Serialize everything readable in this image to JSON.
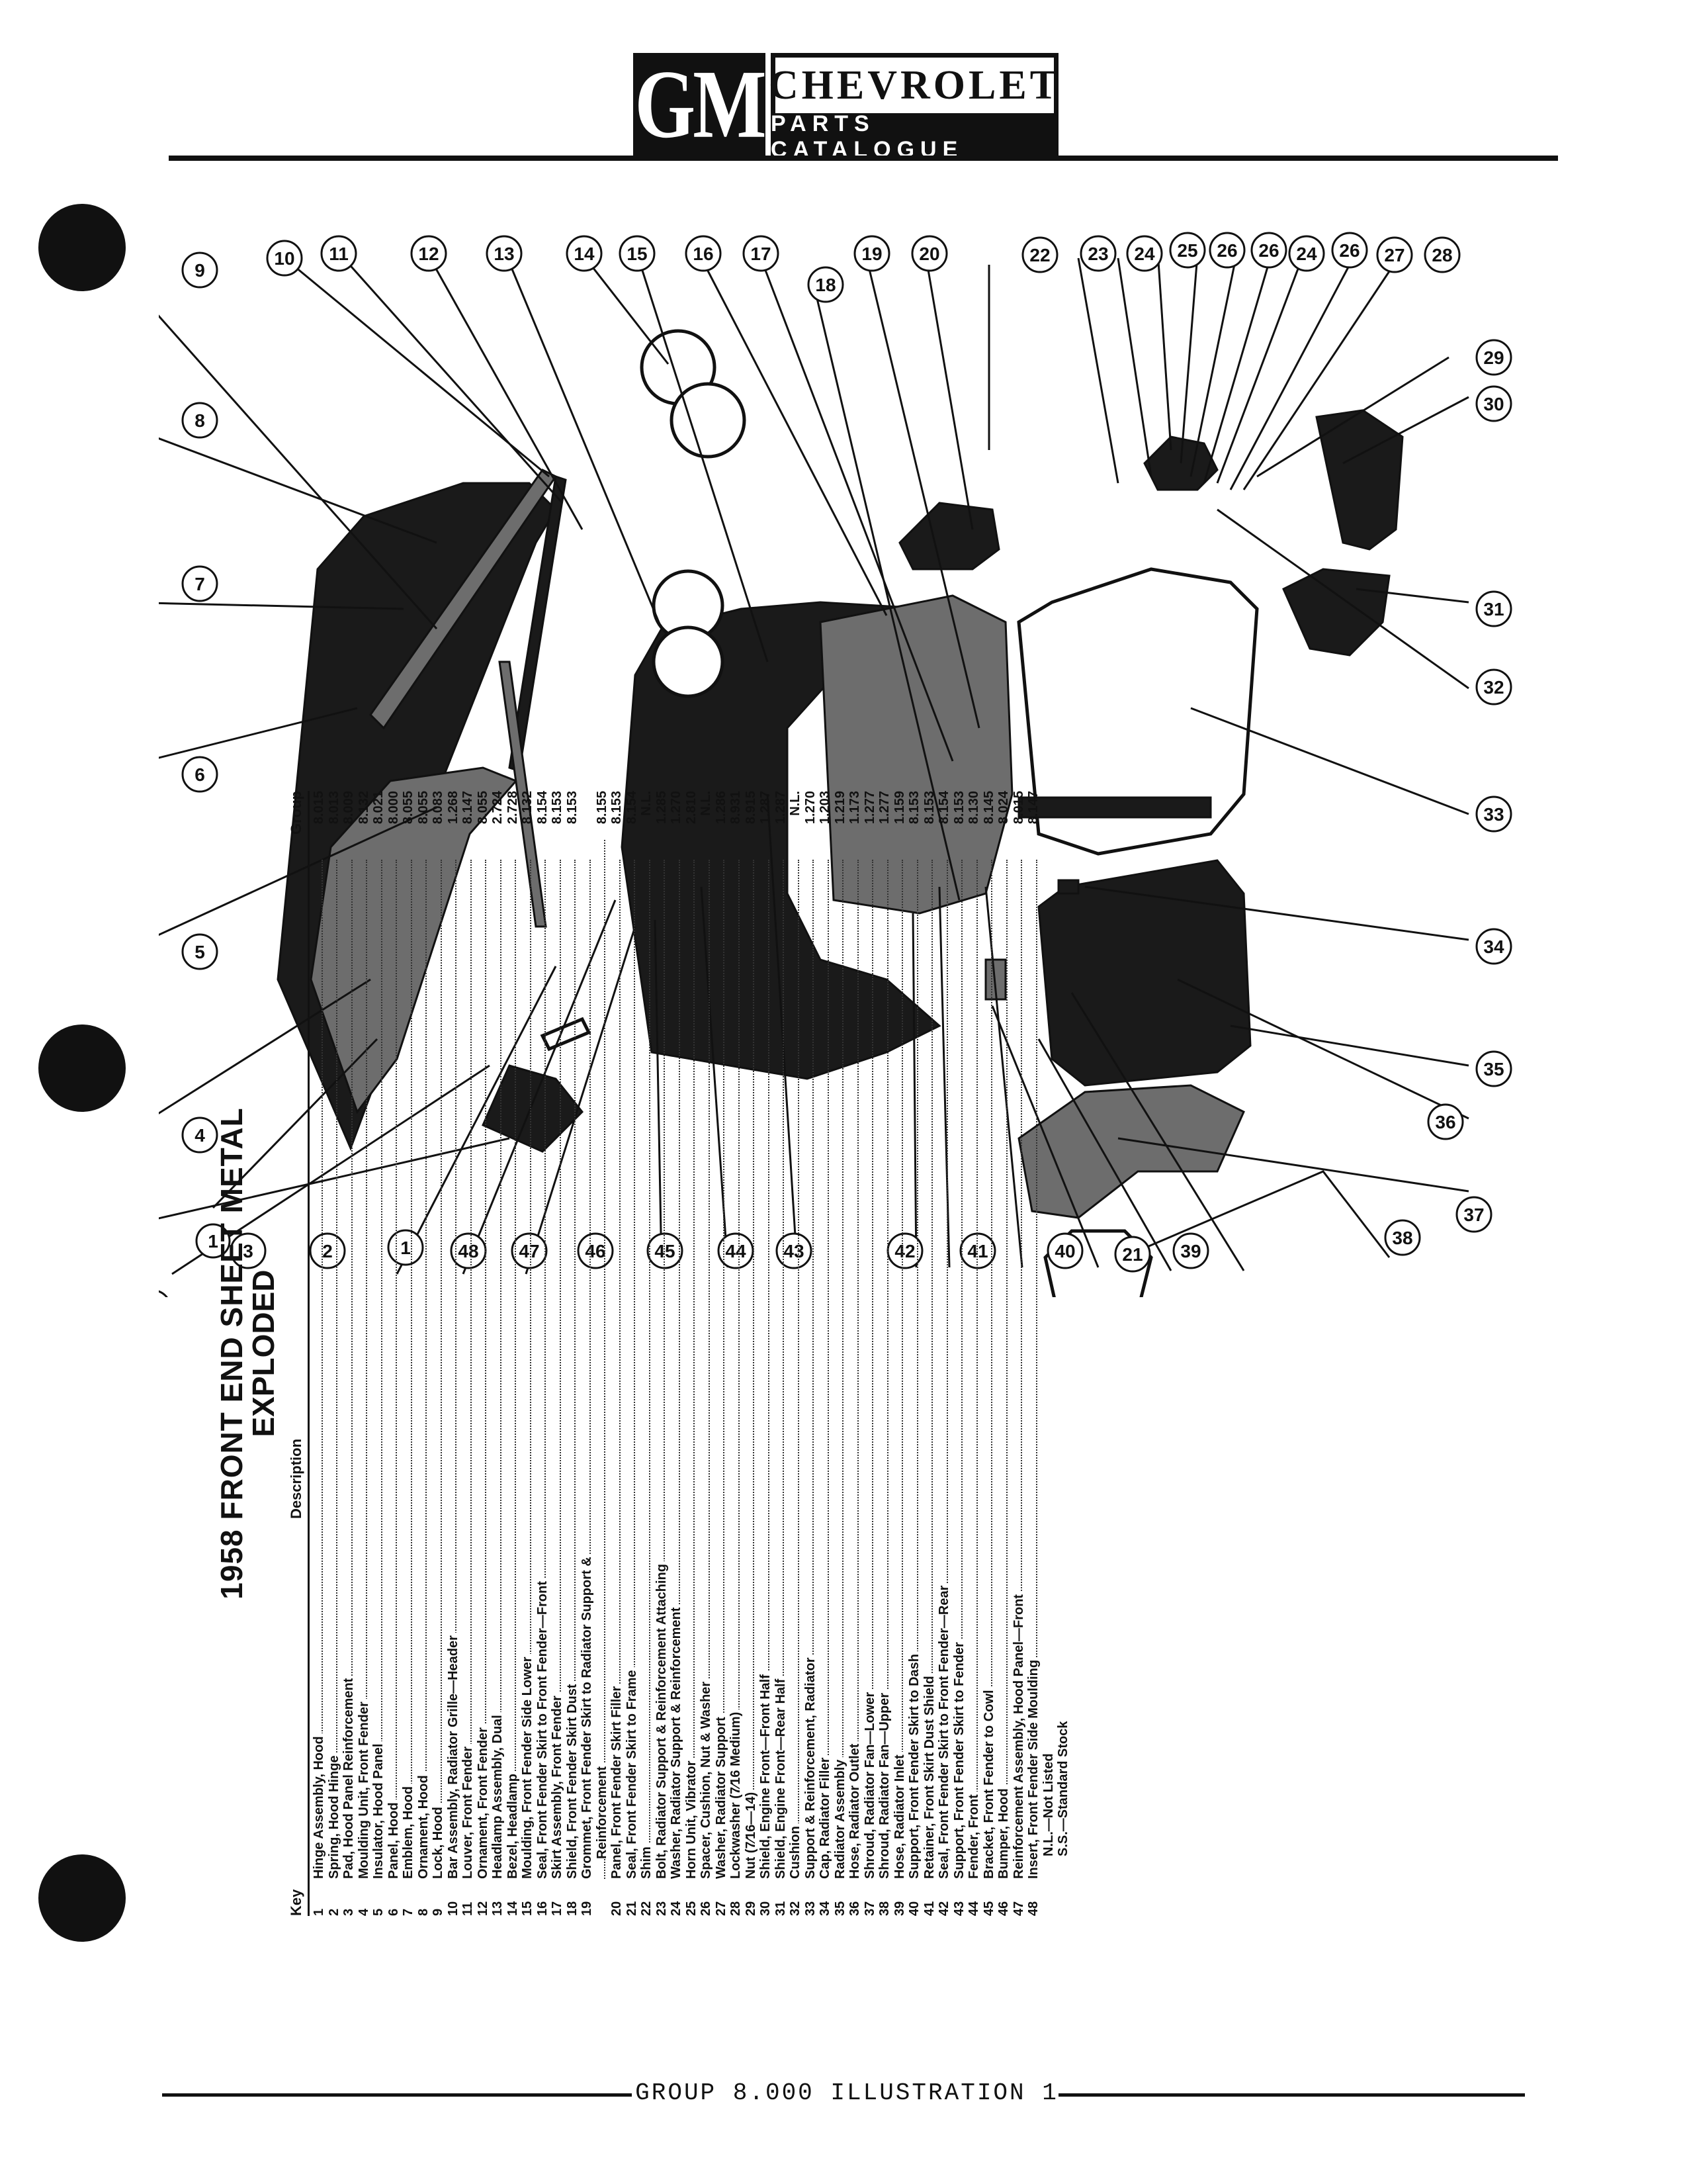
{
  "header": {
    "logo": "GM",
    "brand": "CHEVROLET",
    "catalogue": "PARTS CATALOGUE"
  },
  "table": {
    "title": "1958 FRONT END SHEET METAL",
    "subtitle": "EXPLODED",
    "columns": {
      "key": "Key",
      "description": "Description",
      "group": "Group"
    },
    "rows": [
      {
        "key": "1",
        "description": "Hinge Assembly, Hood",
        "group": "8.015"
      },
      {
        "key": "2",
        "description": "Spring, Hood Hinge",
        "group": "8.013"
      },
      {
        "key": "3",
        "description": "Pad, Hood Panel Reinforcement",
        "group": "8.009"
      },
      {
        "key": "4",
        "description": "Moulding Unit, Front Fender",
        "group": "8.132"
      },
      {
        "key": "5",
        "description": "Insulator, Hood Panel",
        "group": "8.021"
      },
      {
        "key": "6",
        "description": "Panel, Hood",
        "group": "8.000"
      },
      {
        "key": "7",
        "description": "Emblem, Hood",
        "group": "8.055"
      },
      {
        "key": "8",
        "description": "Ornament, Hood",
        "group": "8.055"
      },
      {
        "key": "9",
        "description": "Lock, Hood",
        "group": "8.083"
      },
      {
        "key": "10",
        "description": "Bar Assembly, Radiator Grille—Header",
        "group": "1.268"
      },
      {
        "key": "11",
        "description": "Louver, Front Fender",
        "group": "8.147"
      },
      {
        "key": "12",
        "description": "Ornament, Front Fender",
        "group": "8.055"
      },
      {
        "key": "13",
        "description": "Headlamp Assembly, Dual",
        "group": "2.724"
      },
      {
        "key": "14",
        "description": "Bezel, Headlamp",
        "group": "2.728"
      },
      {
        "key": "15",
        "description": "Moulding, Front Fender Side Lower",
        "group": "8.132"
      },
      {
        "key": "16",
        "description": "Seal, Front Fender Skirt to Front Fender—Front",
        "group": "8.154"
      },
      {
        "key": "17",
        "description": "Skirt Assembly, Front Fender",
        "group": "8.153"
      },
      {
        "key": "18",
        "description": "Shield, Front Fender Skirt Dust",
        "group": "8.153"
      },
      {
        "key": "19",
        "description": "Grommet, Front Fender Skirt to Radiator Support &",
        "group": ""
      },
      {
        "key": "",
        "description": "Reinforcement",
        "group": "8.155",
        "cont": true
      },
      {
        "key": "20",
        "description": "Panel, Front Fender Skirt Filler",
        "group": "8.153"
      },
      {
        "key": "21",
        "description": "Seal, Front Fender Skirt to Frame",
        "group": "8.154"
      },
      {
        "key": "22",
        "description": "Shim",
        "group": "N.L."
      },
      {
        "key": "23",
        "description": "Bolt, Radiator Support & Reinforcement Attaching",
        "group": "1.285"
      },
      {
        "key": "24",
        "description": "Washer, Radiator Support & Reinforcement",
        "group": "1.270"
      },
      {
        "key": "25",
        "description": "Horn Unit, Vibrator",
        "group": "2.810"
      },
      {
        "key": "26",
        "description": "Spacer, Cushion, Nut & Washer",
        "group": "N.L."
      },
      {
        "key": "27",
        "description": "Washer, Radiator Support",
        "group": "1.286"
      },
      {
        "key": "28",
        "description": "Lockwasher (7⁄16 Medium)",
        "group": "8.931"
      },
      {
        "key": "29",
        "description": "Nut (7⁄16—14)",
        "group": "8.915"
      },
      {
        "key": "30",
        "description": "Shield, Engine Front—Front Half",
        "group": "1.287"
      },
      {
        "key": "31",
        "description": "Shield, Engine Front—Rear Half",
        "group": "1.287"
      },
      {
        "key": "32",
        "description": "Cushion",
        "group": "N.L."
      },
      {
        "key": "33",
        "description": "Support & Reinforcement, Radiator",
        "group": "1.270"
      },
      {
        "key": "34",
        "description": "Cap, Radiator Filler",
        "group": "1.203"
      },
      {
        "key": "35",
        "description": "Radiator Assembly",
        "group": "1.219"
      },
      {
        "key": "36",
        "description": "Hose, Radiator Outlet",
        "group": "1.173"
      },
      {
        "key": "37",
        "description": "Shroud, Radiator Fan—Lower",
        "group": "1.277"
      },
      {
        "key": "38",
        "description": "Shroud, Radiator Fan—Upper",
        "group": "1.277"
      },
      {
        "key": "39",
        "description": "Hose, Radiator Inlet",
        "group": "1.159"
      },
      {
        "key": "40",
        "description": "Support, Front Fender Skirt to Dash",
        "group": "8.153"
      },
      {
        "key": "41",
        "description": "Retainer, Front Skirt Dust Shield",
        "group": "8.153"
      },
      {
        "key": "42",
        "description": "Seal, Front Fender Skirt to Front Fender—Rear",
        "group": "8.154"
      },
      {
        "key": "43",
        "description": "Support, Front Fender Skirt to Fender",
        "group": "8.153"
      },
      {
        "key": "44",
        "description": "Fender, Front",
        "group": "8.130"
      },
      {
        "key": "45",
        "description": "Bracket, Front Fender to Cowl",
        "group": "8.145"
      },
      {
        "key": "46",
        "description": "Bumper, Hood",
        "group": "8.024"
      },
      {
        "key": "47",
        "description": "Reinforcement Assembly, Hood Panel—Front",
        "group": "8.015"
      },
      {
        "key": "48",
        "description": "Insert, Front Fender Side Moulding",
        "group": "8.147"
      }
    ],
    "notes": [
      "N.L.—Not Listed",
      "S.S.—Standard Stock"
    ]
  },
  "diagram": {
    "callouts": [
      {
        "label": "1"
      },
      {
        "label": "2"
      },
      {
        "label": "3"
      },
      {
        "label": "4"
      },
      {
        "label": "5"
      },
      {
        "label": "6"
      },
      {
        "label": "7"
      },
      {
        "label": "8"
      },
      {
        "label": "9"
      },
      {
        "label": "10"
      },
      {
        "label": "11"
      },
      {
        "label": "12"
      },
      {
        "label": "13"
      },
      {
        "label": "14"
      },
      {
        "label": "15"
      },
      {
        "label": "16"
      },
      {
        "label": "17"
      },
      {
        "label": "18"
      },
      {
        "label": "19"
      },
      {
        "label": "20"
      },
      {
        "label": "21"
      },
      {
        "label": "22"
      },
      {
        "label": "23"
      },
      {
        "label": "24"
      },
      {
        "label": "25"
      },
      {
        "label": "26"
      },
      {
        "label": "26"
      },
      {
        "label": "24"
      },
      {
        "label": "26"
      },
      {
        "label": "27"
      },
      {
        "label": "28"
      },
      {
        "label": "29"
      },
      {
        "label": "30"
      },
      {
        "label": "31"
      },
      {
        "label": "32"
      },
      {
        "label": "33"
      },
      {
        "label": "34"
      },
      {
        "label": "35"
      },
      {
        "label": "36"
      },
      {
        "label": "37"
      },
      {
        "label": "38"
      },
      {
        "label": "39"
      },
      {
        "label": "40"
      },
      {
        "label": "41"
      },
      {
        "label": "42"
      },
      {
        "label": "43"
      },
      {
        "label": "44"
      },
      {
        "label": "45"
      },
      {
        "label": "46"
      },
      {
        "label": "47"
      },
      {
        "label": "48"
      }
    ]
  },
  "footer": {
    "text": "GROUP 8.000 ILLUSTRATION 1"
  }
}
